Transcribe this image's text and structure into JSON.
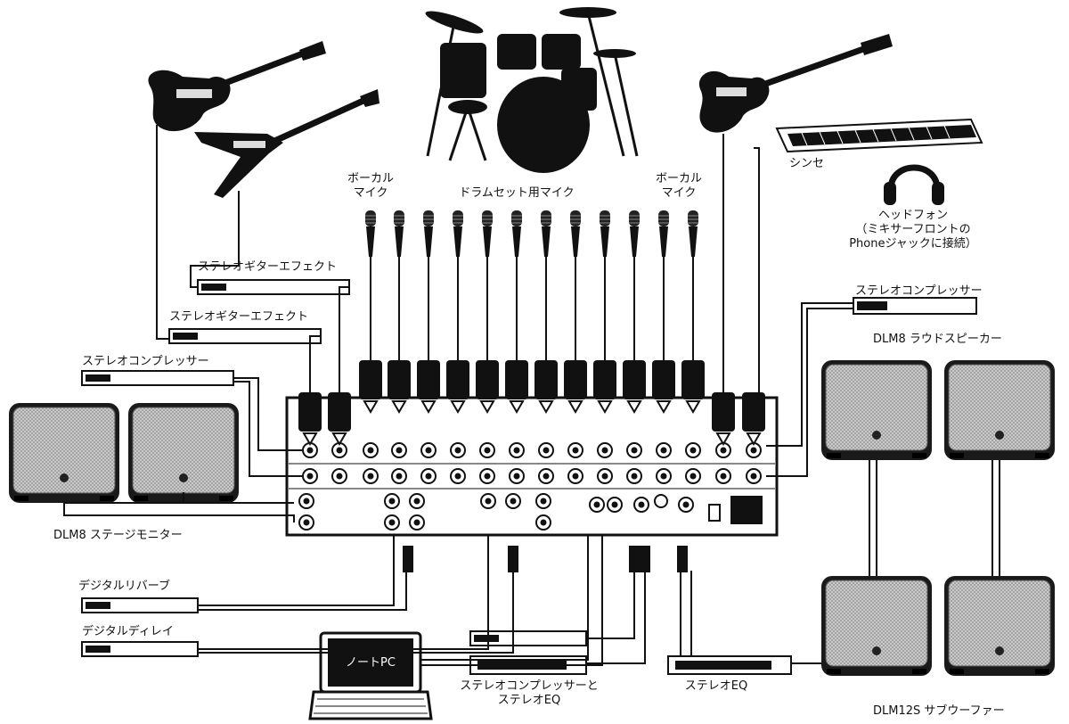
{
  "labels": {
    "vocal_mic_left_line1": "ボーカル",
    "vocal_mic_left_line2": "マイク",
    "drum_mics": "ドラムセット用マイク",
    "vocal_mic_right_line1": "ボーカル",
    "vocal_mic_right_line2": "マイク",
    "synth": "シンセ",
    "headphones_line1": "ヘッドフォン",
    "headphones_line2": "（ミキサーフロントの",
    "headphones_line3": "Phoneジャックに接続）",
    "stereo_guitar_fx_1": "ステレオギターエフェクト",
    "stereo_guitar_fx_2": "ステレオギターエフェクト",
    "stereo_comp_left": "ステレオコンプレッサー",
    "stereo_comp_right": "ステレオコンプレッサー",
    "dlm8_loudspeaker": "DLM8 ラウドスピーカー",
    "dlm8_stage_monitor": "DLM8 ステージモニター",
    "digital_reverb": "デジタルリバーブ",
    "digital_delay": "デジタルディレイ",
    "laptop_screen": "ノートPC",
    "comp_and_eq_line1": "ステレオコンプレッサーと",
    "comp_and_eq_line2": "ステレオEQ",
    "stereo_eq": "ステレオEQ",
    "dlm12s_sub": "DLM12S サブウーファー"
  },
  "mic_count": 12
}
